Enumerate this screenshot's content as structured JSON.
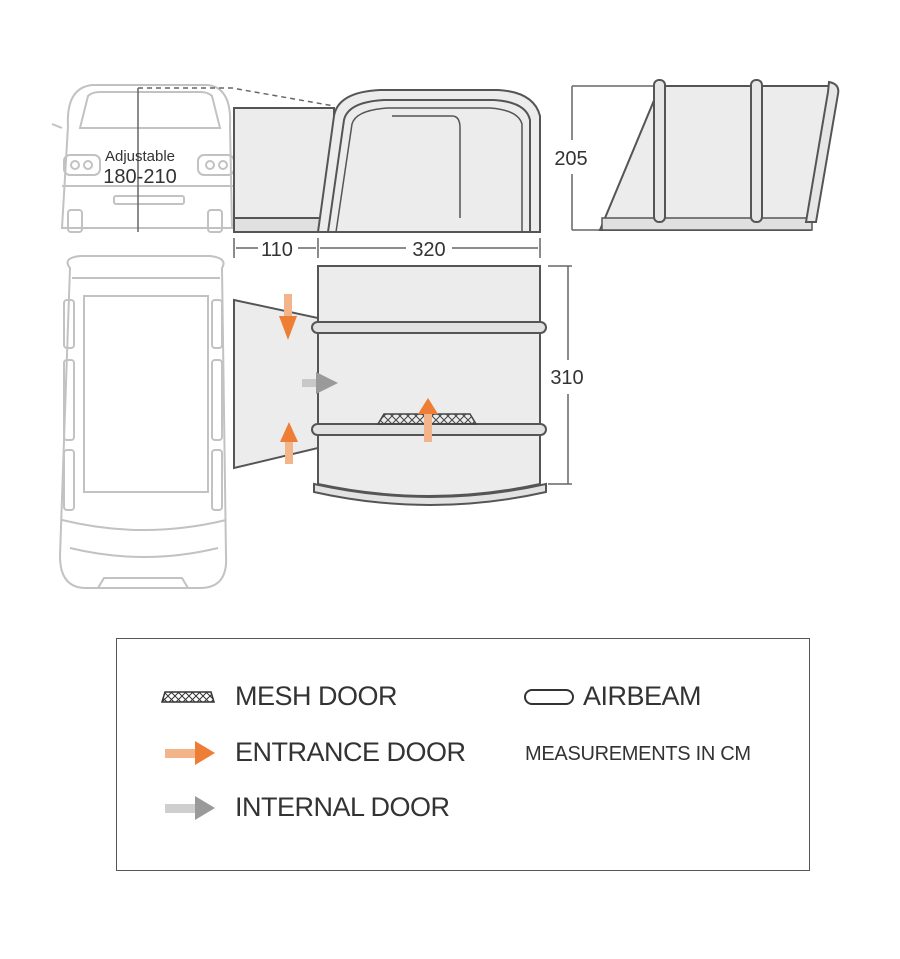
{
  "diagram": {
    "van_front_label_line1": "Adjustable",
    "van_front_label_line2": "180-210",
    "height_dim": "205",
    "connector_length": "110",
    "tent_length": "320",
    "tent_depth": "310"
  },
  "legend": {
    "mesh_door": "MESH DOOR",
    "entrance_door": "ENTRANCE DOOR",
    "internal_door": "INTERNAL DOOR",
    "airbeam": "AIRBEAM",
    "measurements_note": "MEASUREMENTS IN CM"
  },
  "colors": {
    "entrance_arrow": "#ee7d35",
    "internal_arrow": "#9a9a9a",
    "tent_fill": "#ececec",
    "outline": "#555555",
    "van_outline": "#c2c2c2"
  },
  "icons": {
    "mesh": "crosshatch-strip-icon",
    "entrance": "orange-arrow-icon",
    "internal": "grey-arrow-icon",
    "airbeam": "capsule-icon"
  }
}
